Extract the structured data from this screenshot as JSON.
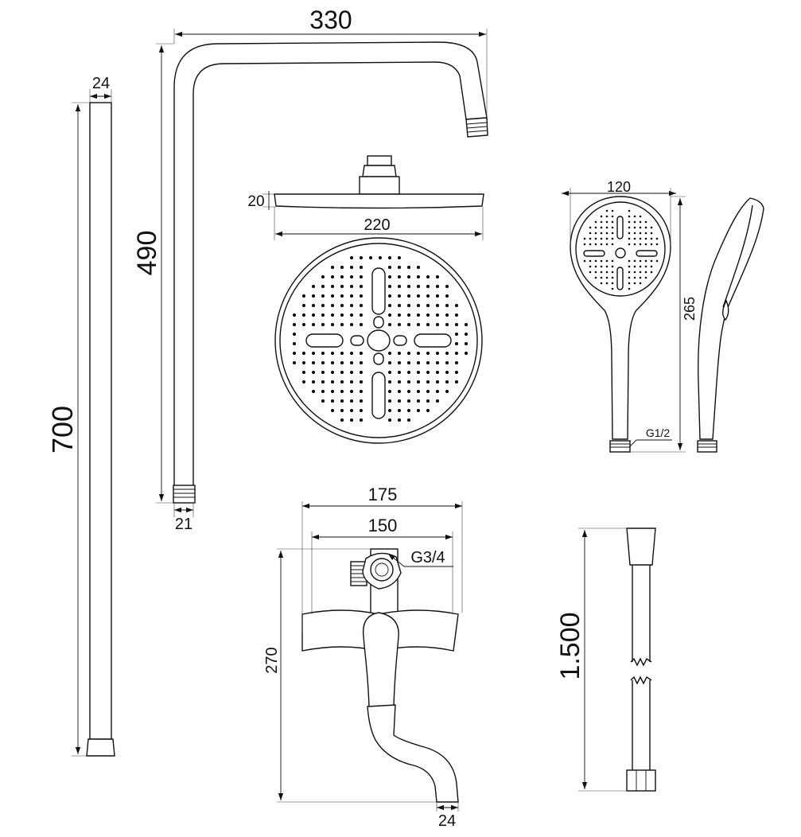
{
  "dimensions": {
    "arm_width": "330",
    "arm_height": "490",
    "arm_pipe": "21",
    "rail_width": "24",
    "rail_length": "700",
    "head_thickness": "20",
    "head_diameter": "220",
    "hand_width": "120",
    "hand_length": "265",
    "hand_thread": "G1/2",
    "mixer_outer": "175",
    "mixer_inner": "150",
    "mixer_thread": "G3/4",
    "mixer_height": "270",
    "spout_width": "24",
    "hose_length": "1.500"
  }
}
